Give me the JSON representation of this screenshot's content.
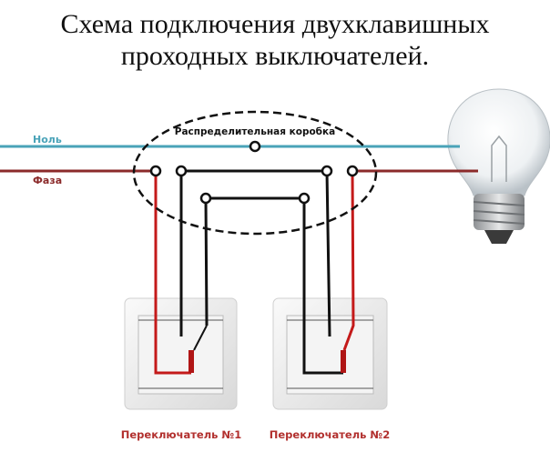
{
  "title": {
    "line1": "Схема подключения двухклавишных",
    "line2": "проходных выключателей."
  },
  "labels": {
    "neutral": "Ноль",
    "phase": "Фаза",
    "junction_box": "Распределительная коробка",
    "switch1": "Переключатель №1",
    "switch2": "Переключатель №2"
  },
  "colors": {
    "neutral": "#4aa3b8",
    "phase": "#8b2a2a",
    "red_wire": "#c41a1a",
    "label_red": "#b2302e",
    "black_wire": "#111111"
  }
}
